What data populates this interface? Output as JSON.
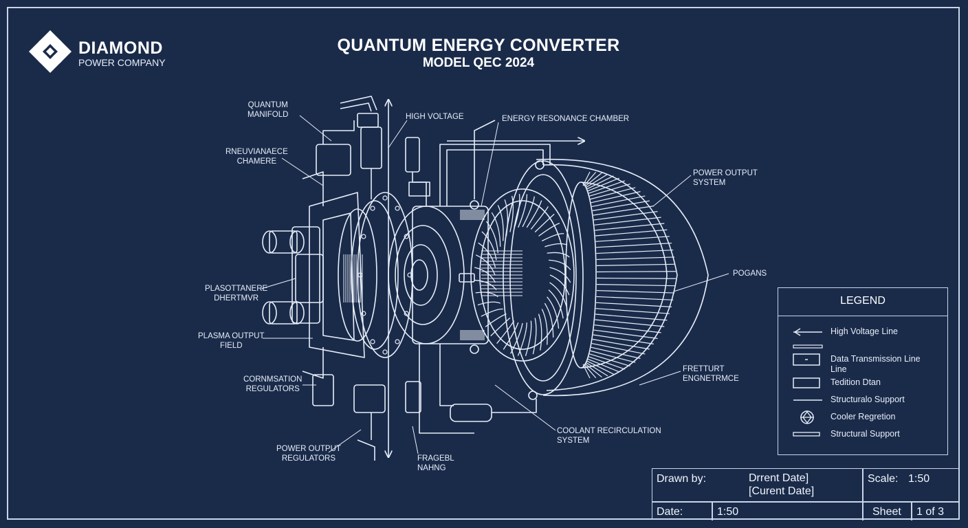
{
  "company": {
    "name": "DIAMOND",
    "subtitle": "POWER COMPANY",
    "logo_icon": "diamond-logo-icon"
  },
  "header": {
    "title": "QUANTUM ENERGY CONVERTER",
    "model": "MODEL QEC 2024"
  },
  "callouts": {
    "quantum_manifold": "QUANTUM\nMANIFOLD",
    "high_voltage": "HIGH VOLTAGE",
    "energy_resonance_chamber": "ENERGY RESONANCE CHAMBER",
    "rnenvianace_chamber": "RNEUVIANAECE\nCHAMERE",
    "power_output_system": "POWER OUTPUT\nSYSTEM",
    "pogans": "POGANS",
    "plasottanere": "PLASOTTANERE\nDHERTMVR",
    "plasma_output_field": "PLASMA OUTPUT\nFIELD",
    "compensation_regulators": "CORNMSATION\nREGULATORS",
    "power_output_regulators": "POWER OUTPUT\nREGULATORS",
    "fragebl_naring": "FRAGEBL\nNAHNG",
    "coolant_recirculation": "COOLANT RECIRCULATION\nSYSTEM",
    "fretturt": "FRETTURT\nENGNETRMCE"
  },
  "legend": {
    "title": "LEGEND",
    "items": [
      {
        "label": "High Voltage Line",
        "symbol": "arrow-line"
      },
      {
        "label": "Data Transmission Line\nLine",
        "symbol": "box-dot"
      },
      {
        "label": "Tedition Dtan",
        "symbol": "box"
      },
      {
        "label": "Structuralo Support",
        "symbol": "line"
      },
      {
        "label": "Cooler Regretion",
        "symbol": "diamond-circle-icon"
      },
      {
        "label": "Structural Support",
        "symbol": "bar"
      }
    ]
  },
  "title_block": {
    "drawn_by_label": "Drawn by:",
    "drawn_by_value": "Drrent Date]\n[Curent Date]",
    "scale_label": "Scale:",
    "scale_value": "1:50",
    "date_label": "Date:",
    "date_value": "1:50",
    "sheet_label": "Sheet",
    "sheet_value": "1 of 3"
  },
  "colors": {
    "background": "#1a2b4a",
    "line": "#e8eef8"
  }
}
